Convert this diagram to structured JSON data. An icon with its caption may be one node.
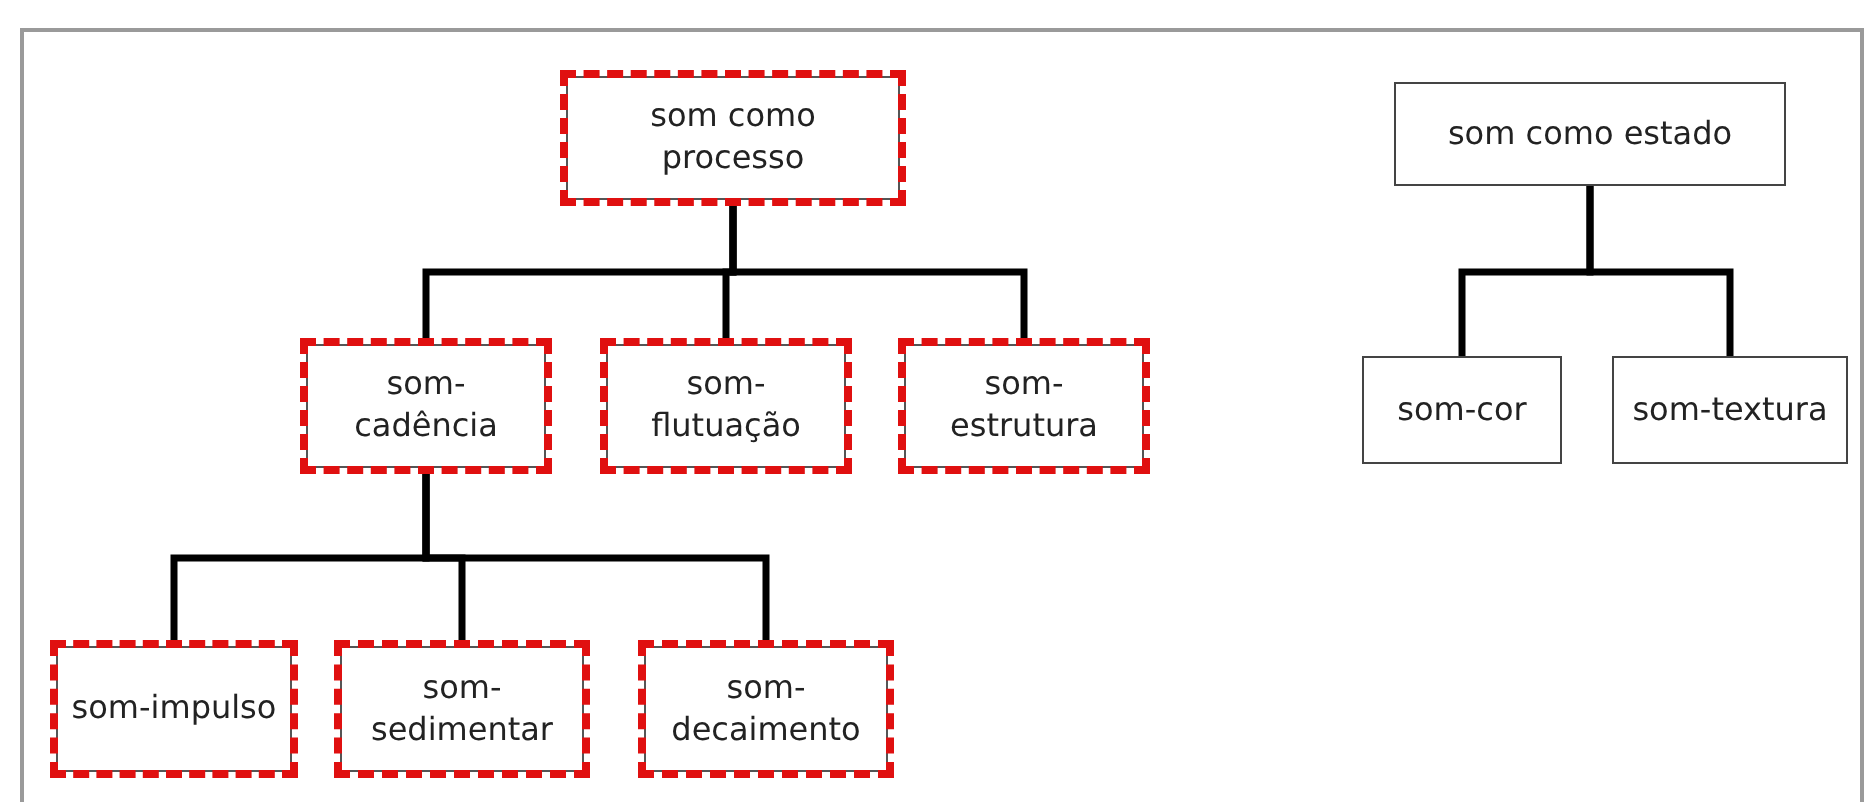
{
  "diagram": {
    "nodes": [
      {
        "text": [
          "som como processo"
        ]
      },
      {
        "text": [
          "som-cadência"
        ]
      },
      {
        "text": [
          "som-flutuação"
        ]
      },
      {
        "text": [
          "som-estrutura"
        ]
      },
      {
        "text": [
          "som-impulso"
        ]
      },
      {
        "text": [
          "som-sedimentar"
        ]
      },
      {
        "text": [
          "som-decaimento"
        ]
      },
      {
        "text": [
          "som como estado"
        ]
      },
      {
        "text": [
          "som-cor"
        ]
      },
      {
        "text": [
          "som-textura"
        ]
      }
    ],
    "edges": [
      {
        "from": 0,
        "to": 1,
        "arrow": "none"
      },
      {
        "from": 0,
        "to": 2,
        "arrow": "none"
      },
      {
        "from": 0,
        "to": 3,
        "arrow": "none"
      },
      {
        "from": 1,
        "to": 4,
        "arrow": "none"
      },
      {
        "from": 1,
        "to": 5,
        "arrow": "none"
      },
      {
        "from": 1,
        "to": 6,
        "arrow": "none"
      },
      {
        "from": 7,
        "to": 8,
        "arrow": "none"
      },
      {
        "from": 7,
        "to": 9,
        "arrow": "none"
      }
    ]
  }
}
